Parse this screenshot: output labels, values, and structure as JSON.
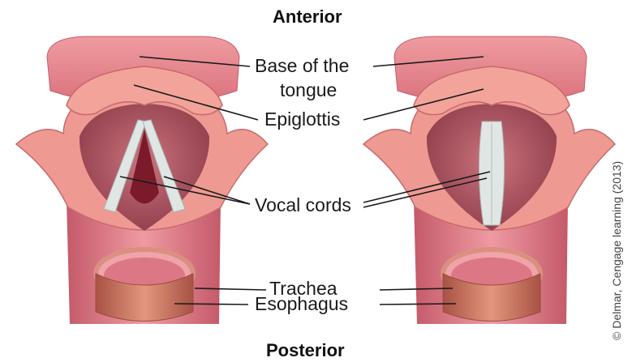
{
  "headings": {
    "top": "Anterior",
    "bottom": "Posterior"
  },
  "labels": {
    "base_line1": "Base of the",
    "base_line2": "tongue",
    "epiglottis": "Epiglottis",
    "vocal_cords": "Vocal cords",
    "trachea": "Trachea",
    "esophagus": "Esophagus"
  },
  "credit": "© Delmar, Cengage learning (2013)",
  "colors": {
    "tongue": "#e5838a",
    "epiglottis": "#f09a90",
    "larynx_muscle": "#b9666f",
    "cord": "#dfe6e4",
    "opening": "#7a1a2a",
    "trachea": "#e68a93",
    "esophagus": "#c87563"
  }
}
